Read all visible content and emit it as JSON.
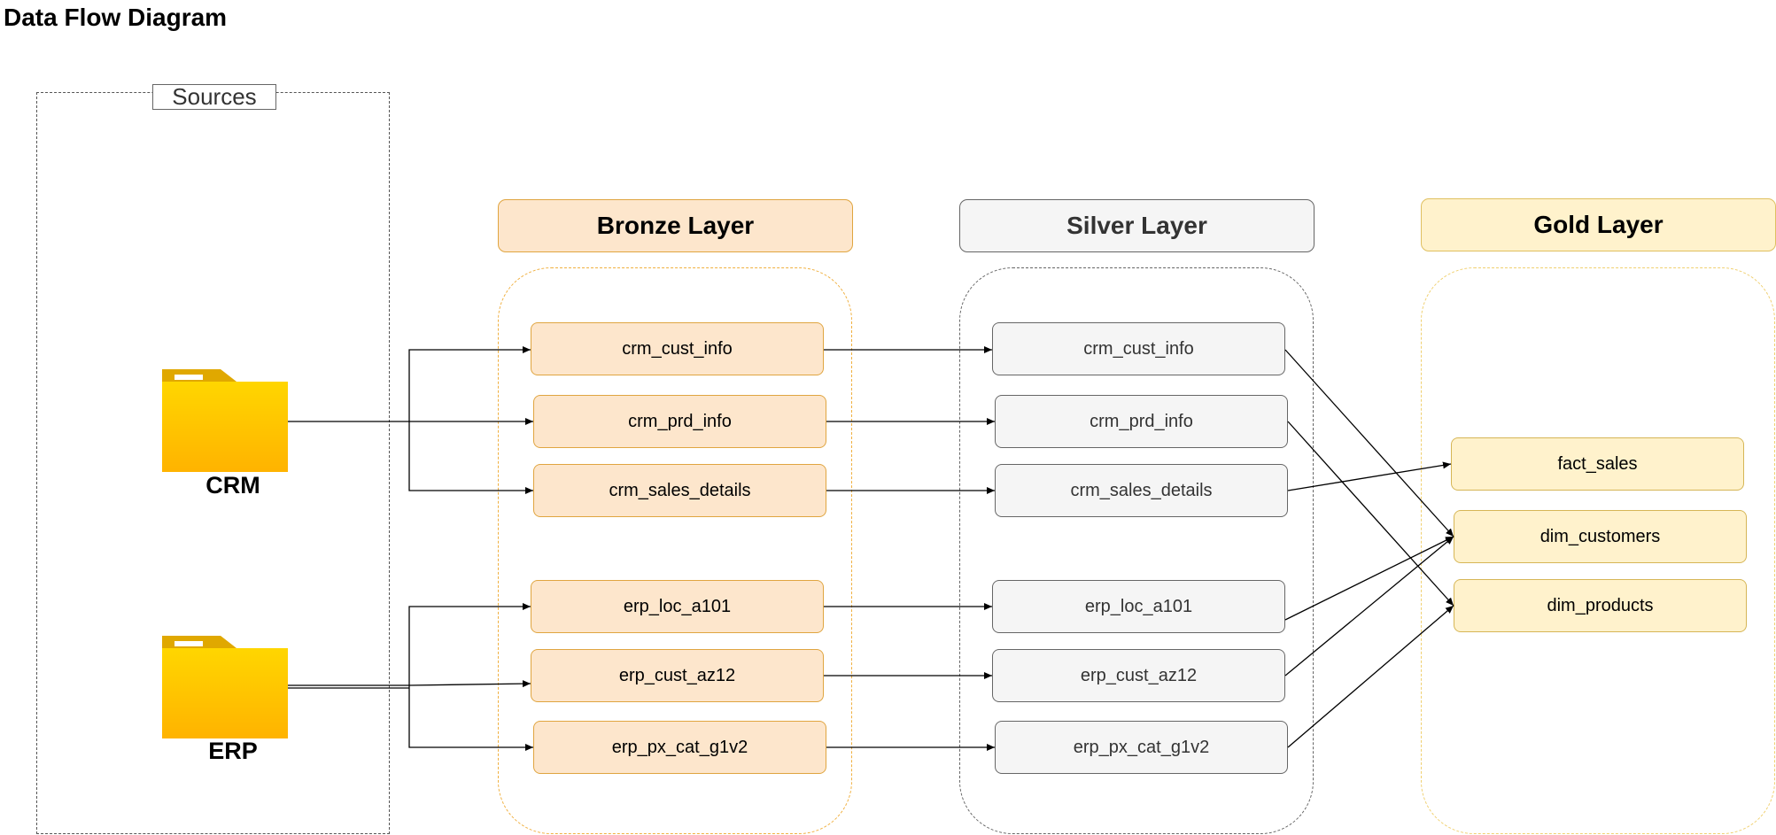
{
  "title": "Data Flow Diagram",
  "sources": {
    "label": "Sources",
    "crm": "CRM",
    "erp": "ERP"
  },
  "layers": {
    "bronze": {
      "title": "Bronze Layer",
      "nodes": [
        "crm_cust_info",
        "crm_prd_info",
        "crm_sales_details",
        "erp_loc_a101",
        "erp_cust_az12",
        "erp_px_cat_g1v2"
      ]
    },
    "silver": {
      "title": "Silver Layer",
      "nodes": [
        "crm_cust_info",
        "crm_prd_info",
        "crm_sales_details",
        "erp_loc_a101",
        "erp_cust_az12",
        "erp_px_cat_g1v2"
      ]
    },
    "gold": {
      "title": "Gold Layer",
      "nodes": [
        "fact_sales",
        "dim_customers",
        "dim_products"
      ]
    }
  },
  "colors": {
    "folder": "#ffc107",
    "bronze_fill": "#fde6cc",
    "silver_fill": "#f5f5f5",
    "gold_fill": "#fff2cc"
  }
}
